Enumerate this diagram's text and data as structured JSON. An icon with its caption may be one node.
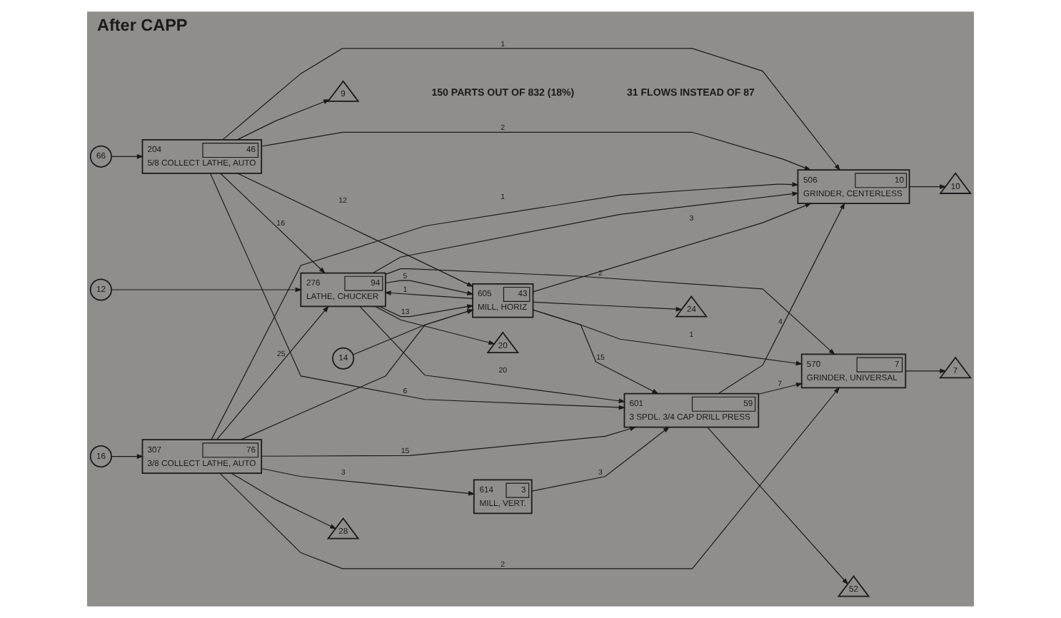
{
  "diagram": {
    "title": "After CAPP",
    "nodes": [
      {
        "text": [
          "307",
          "76",
          "3/8 COLLECT LATHE, AUTO"
        ]
      },
      {
        "text": [
          "570",
          "7",
          "GRINDER, UNIVERSAL"
        ]
      },
      {
        "text": [
          "16"
        ]
      },
      {
        "text": [
          "28"
        ]
      },
      {
        "text": [
          "7"
        ]
      },
      {
        "text": [
          "614",
          "3",
          "MILL, VERT."
        ]
      },
      {
        "text": [
          "276",
          "94",
          "LATHE, CHUCKER"
        ]
      },
      {
        "text": [
          "12"
        ]
      },
      {
        "text": [
          "601",
          "59",
          "3 SPDL. 3/4 CAP DRILL PRESS"
        ]
      },
      {
        "text": [
          "20"
        ]
      },
      {
        "text": [
          "605",
          "43",
          "MILL, HORIZ"
        ]
      },
      {
        "text": [
          "52"
        ]
      },
      {
        "text": [
          "204",
          "46",
          "5/8 COLLECT LATHE, AUTO"
        ]
      },
      {
        "text": [
          "66"
        ]
      },
      {
        "text": [
          "506",
          "10",
          "GRINDER, CENTERLESS"
        ]
      },
      {
        "text": [
          "9"
        ]
      },
      {
        "text": [
          "24"
        ]
      },
      {
        "text": [
          "14"
        ]
      },
      {
        "text": [
          "10"
        ]
      }
    ],
    "edges": [
      {
        "from": 2,
        "to": 0,
        "arrow": "to"
      },
      {
        "from": 7,
        "to": 6,
        "arrow": "to"
      },
      {
        "from": 13,
        "to": 12,
        "arrow": "to"
      },
      {
        "from": 17,
        "to": 10,
        "arrow": "to"
      },
      {
        "from": 0,
        "to": 3,
        "arrow": "to"
      },
      {
        "from": 1,
        "to": 4,
        "arrow": "to"
      },
      {
        "from": 6,
        "to": 9,
        "arrow": "to"
      },
      {
        "from": 8,
        "to": 11,
        "arrow": "to"
      },
      {
        "from": 12,
        "to": 15,
        "arrow": "to"
      },
      {
        "from": 10,
        "to": 16,
        "arrow": "to"
      },
      {
        "from": 14,
        "to": 18,
        "arrow": "to"
      },
      {
        "from": 0,
        "to": 14,
        "arrow": "to",
        "label": "1"
      },
      {
        "from": 0,
        "to": 1,
        "arrow": "to",
        "label": "2"
      },
      {
        "from": 0,
        "to": 5,
        "arrow": "to",
        "label": "3"
      },
      {
        "from": 0,
        "to": 6,
        "arrow": "to",
        "label": "25"
      },
      {
        "from": 0,
        "to": 8,
        "arrow": "to",
        "label": "15"
      },
      {
        "from": 0,
        "to": 10,
        "arrow": "to"
      },
      {
        "from": 6,
        "to": 1,
        "arrow": "to",
        "label": "2"
      },
      {
        "from": 6,
        "to": 8,
        "arrow": "to",
        "label": "20"
      },
      {
        "from": 6,
        "to": 10,
        "arrow": "to",
        "label": "13"
      },
      {
        "from": 6,
        "to": 10,
        "arrow": "to",
        "label": "5"
      },
      {
        "from": 6,
        "to": 14,
        "arrow": "to"
      },
      {
        "from": 10,
        "to": 6,
        "arrow": "to",
        "label": "1"
      },
      {
        "from": 10,
        "to": 1,
        "arrow": "to",
        "label": "1"
      },
      {
        "from": 10,
        "to": 8,
        "arrow": "to",
        "label": "15"
      },
      {
        "from": 10,
        "to": 14,
        "arrow": "to",
        "label": "3"
      },
      {
        "from": 5,
        "to": 8,
        "arrow": "to",
        "label": "3"
      },
      {
        "from": 8,
        "to": 1,
        "arrow": "to",
        "label": "7"
      },
      {
        "from": 8,
        "to": 14,
        "arrow": "to",
        "label": "4"
      },
      {
        "from": 12,
        "to": 6,
        "arrow": "to",
        "label": "16"
      },
      {
        "from": 12,
        "to": 10,
        "arrow": "to",
        "label": "12"
      },
      {
        "from": 12,
        "to": 8,
        "arrow": "to",
        "label": "6"
      },
      {
        "from": 12,
        "to": 14,
        "arrow": "to",
        "label": "1"
      },
      {
        "from": 12,
        "to": 14,
        "arrow": "to",
        "label": "2"
      }
    ],
    "labels": [
      "150 PARTS OUT OF 832 (18%)",
      "31 FLOWS INSTEAD OF 87"
    ]
  }
}
